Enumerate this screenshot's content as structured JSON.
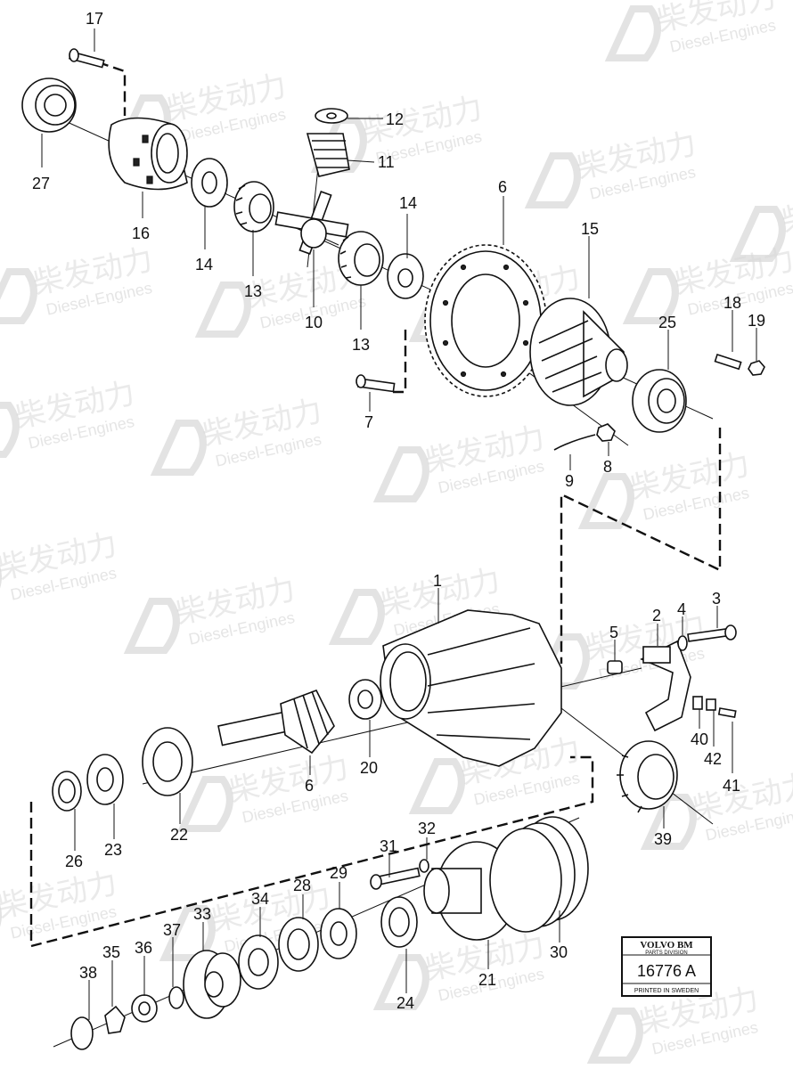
{
  "watermark": {
    "chinese": "柴发动力",
    "english": "Diesel-Engines"
  },
  "labels": [
    "17",
    "12",
    "11",
    "27",
    "16",
    "14",
    "13",
    "10",
    "13",
    "14",
    "6",
    "15",
    "18",
    "19",
    "25",
    "7",
    "9",
    "8",
    "1",
    "2",
    "3",
    "4",
    "5",
    "6",
    "20",
    "22",
    "23",
    "26",
    "40",
    "42",
    "41",
    "39",
    "31",
    "32",
    "29",
    "28",
    "34",
    "33",
    "37",
    "36",
    "35",
    "38",
    "24",
    "21",
    "30"
  ],
  "stamp": {
    "brand": "VOLVO BM",
    "division": "PARTS DIVISION",
    "number": "16776 A",
    "printed": "PRINTED IN SWEDEN"
  },
  "colors": {
    "ink": "#111111",
    "watermark": "#d9d9d9",
    "paper": "#ffffff"
  }
}
